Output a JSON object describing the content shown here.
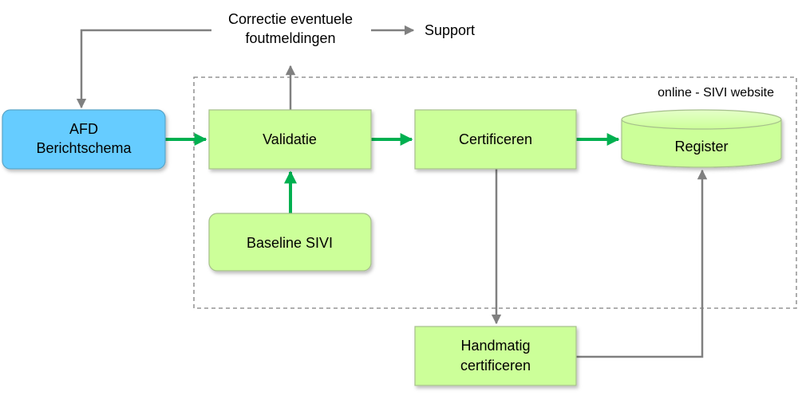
{
  "region": {
    "label": "online - SIVI website"
  },
  "nodes": {
    "afd": {
      "line1": "AFD",
      "line2": "Berichtschema"
    },
    "validatie": {
      "label": "Validatie"
    },
    "certificeren": {
      "label": "Certificeren"
    },
    "register": {
      "label": "Register"
    },
    "baseline": {
      "label": "Baseline SIVI"
    },
    "handmatig": {
      "line1": "Handmatig",
      "line2": "certificeren"
    },
    "correctie": {
      "line1": "Correctie eventuele",
      "line2": "foutmeldingen"
    },
    "support": {
      "label": "Support"
    }
  },
  "colors": {
    "green_box": "#ccff99",
    "blue_box": "#66ccff",
    "green_arrow": "#00b050",
    "gray_arrow": "#808080"
  }
}
